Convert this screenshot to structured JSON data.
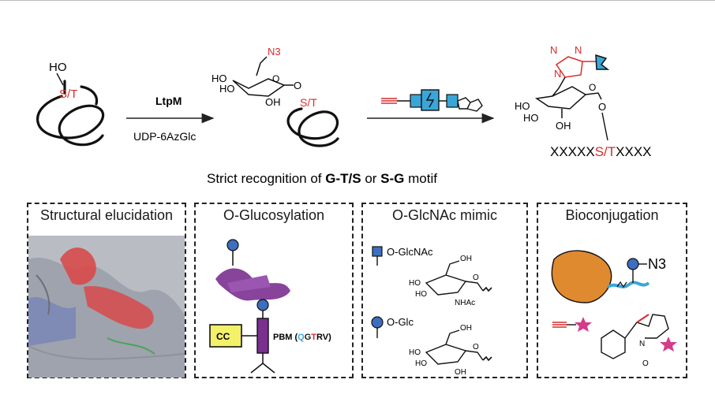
{
  "scheme": {
    "hydroxyl": "HO",
    "site_label": "S/T",
    "enzyme": "LtpM",
    "donor": "UDP-6AzGlc",
    "azide": "N3",
    "sugar_oh": "HO",
    "sugar_oh2": "HO",
    "sugar_oh3": "OH",
    "glyco_o": "O",
    "ring_o": "O",
    "product_n1": "N",
    "product_n2": "N",
    "product_n3": "N",
    "product_sequence_left": "XXXXX",
    "product_sequence_site": "S/T",
    "product_sequence_right": "XXXX",
    "recognition_prefix": "Strict recognition of ",
    "motif1": "G-T/S",
    "recognition_mid": " or ",
    "motif2": "S-G",
    "recognition_suffix": " motif"
  },
  "panels": [
    {
      "title": "Structural elucidation"
    },
    {
      "title": "O-Glucosylation",
      "cc_label": "CC",
      "pbm_prefix": "PBM (",
      "pbm_q": "Q",
      "pbm_g": "G",
      "pbm_t": "T",
      "pbm_rv": "RV",
      "pbm_suffix": ")"
    },
    {
      "title": "O-GlcNAc mimic",
      "glcnac_label": "O-GlcNAc",
      "glc_label": "O-Glc",
      "oh": "OH",
      "ho": "HO",
      "nhac": "NHAc",
      "o": "O"
    },
    {
      "title": "Bioconjugation",
      "azide": "N3",
      "n_label": "N",
      "o_label": "O"
    }
  ],
  "colors": {
    "red": "#d92b2b",
    "blue": "#3c6fc0",
    "purple": "#7b2f8f",
    "orange": "#e08a30",
    "yellow": "#f3f06a",
    "magenta": "#d43b8a",
    "cyan": "#3aa6d8"
  }
}
